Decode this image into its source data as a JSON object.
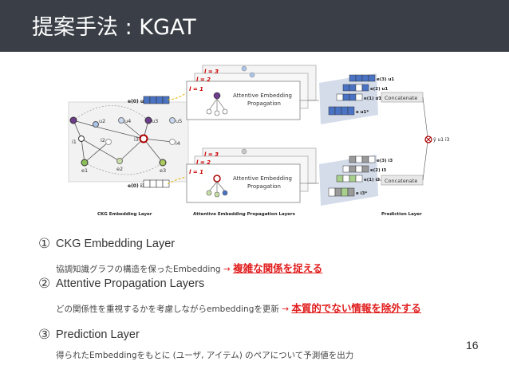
{
  "slide": {
    "title": "提案手法 : KGAT",
    "page_number": "16"
  },
  "figure": {
    "panel_labels": {
      "ckg": "CKG Embedding Layer",
      "attentive": "Attentive Embedding Propagation Layers",
      "prediction": "Prediction Layer"
    },
    "layer_labels": [
      "l = 3",
      "l = 2",
      "l = 1"
    ],
    "block_label_line1": "Attentive Embedding",
    "block_label_line2": "Propagation",
    "concatenate": "Concatenate",
    "graph_nodes": {
      "u2": "u2",
      "u4": "u4",
      "u5": "u5",
      "u3": "u3",
      "i1": "i1",
      "i2": "i2",
      "i3": "i3",
      "i4": "i4",
      "e1": "e1",
      "e2": "e2",
      "e3": "e3"
    },
    "user_embedding": "e(0) u1",
    "item_embedding": "e(0) i3",
    "output_user": [
      "e(3) u1",
      "e(2) u1",
      "e(1) u1",
      "e u1*"
    ],
    "output_item": [
      "e(3) i3",
      "e(2) i3",
      "e(1) i3",
      "e i3*"
    ],
    "prediction": "ŷ u1 i3",
    "colors": {
      "user_block": "#4a73c4",
      "item_block": "#9a9a9a",
      "green_block": "#a8d08d",
      "panel_bg": "#f0f0f0",
      "plane": "#b8c4dc",
      "dashed_yellow": "#e6b800"
    }
  },
  "items": [
    {
      "number": "①",
      "title": "CKG Embedding Layer",
      "desc_prefix": "協調知識グラフの構造を保ったEmbedding",
      "arrow": "→",
      "highlight": "複雑な関係を捉える"
    },
    {
      "number": "②",
      "title": "Attentive Propagation Layers",
      "desc_prefix": "どの関係性を重視するかを考慮しながらembeddingを更新",
      "arrow": "→",
      "highlight": "本質的でない情報を除外する"
    },
    {
      "number": "③",
      "title": "Prediction Layer",
      "desc_prefix": "得られたEmbeddingをもとに (ユーザ, アイテム) のペアについて予測値を出力"
    }
  ]
}
